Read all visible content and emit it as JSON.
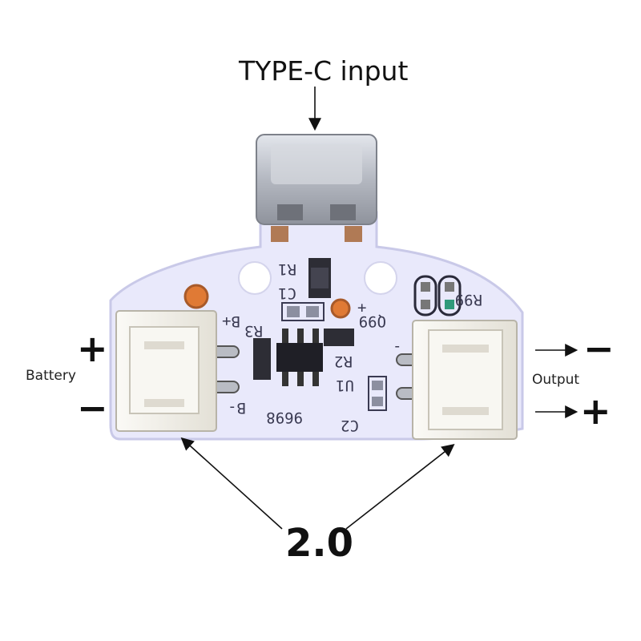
{
  "labels": {
    "title": "TYPE-C input",
    "battery": "Battery",
    "output": "Output",
    "battery_plus": "+",
    "battery_minus": "−",
    "output_minus": "−",
    "output_plus": "+",
    "connector_pitch": "2.0"
  },
  "silkscreen": {
    "r1": "R1",
    "c1": "C1",
    "r3": "R3",
    "b_plus": "B+",
    "r2": "R2",
    "u1": "U1",
    "b_minus": "B-",
    "code": "9698",
    "c2": "C2",
    "q99": "Q99",
    "r99": "R99",
    "plus_mark": "+",
    "minus_mark": "-"
  },
  "colors": {
    "board": "#e9e9fb",
    "board_edge": "#c9c9e8",
    "connector": "#f1efe9",
    "copper": "#b07a55",
    "metal": "#b9bcc4"
  }
}
